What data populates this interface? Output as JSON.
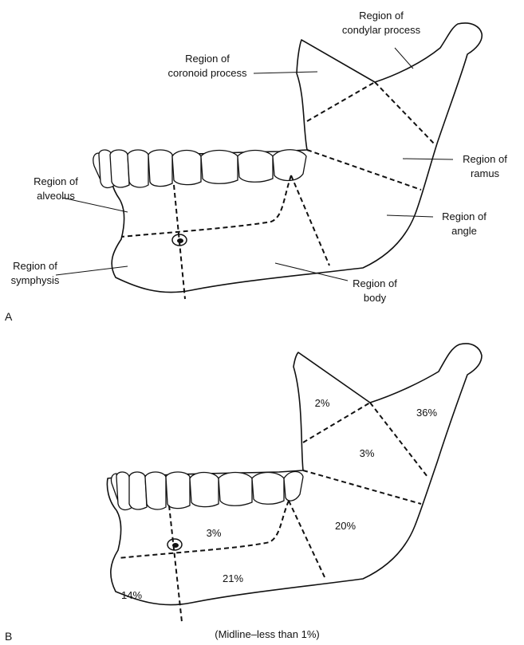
{
  "panel_a": {
    "letter": "A",
    "labels": {
      "condylar": [
        "Region of",
        "condylar process"
      ],
      "coronoid": [
        "Region of",
        "coronoid process"
      ],
      "ramus": [
        "Region of",
        "ramus"
      ],
      "alveolus": [
        "Region of",
        "alveolus"
      ],
      "angle": [
        "Region of",
        "angle"
      ],
      "symphysis": [
        "Region of",
        "symphysis"
      ],
      "body": [
        "Region of",
        "body"
      ]
    }
  },
  "panel_b": {
    "letter": "B",
    "percentages": {
      "coronoid": "2%",
      "condylar": "36%",
      "ramus": "3%",
      "angle": "20%",
      "alveolus": "3%",
      "body": "21%",
      "symphysis": "14%"
    },
    "caption": "(Midline–less than 1%)"
  }
}
